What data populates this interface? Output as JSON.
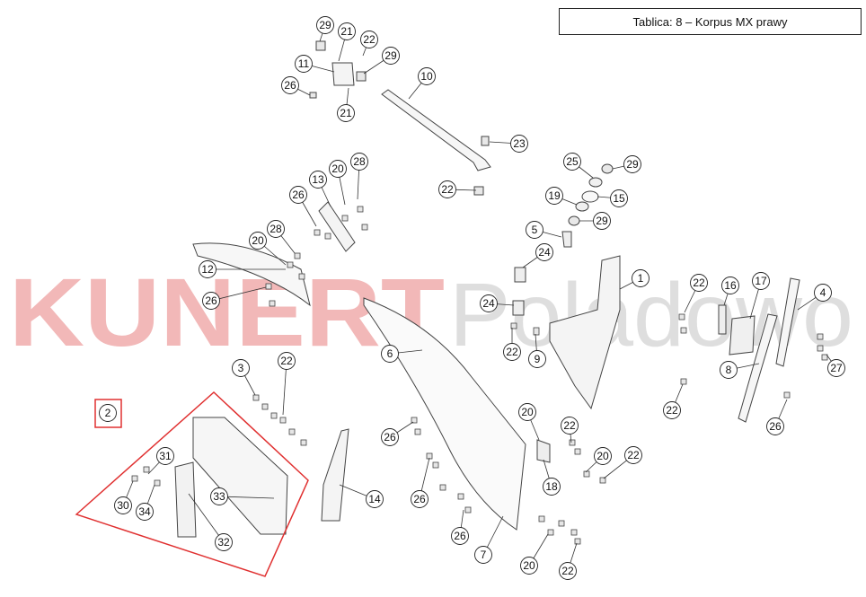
{
  "title": "Tablica: 8 – Korpus MX prawy",
  "watermark": {
    "part1": "KUNERT",
    "part2": "Poladowo",
    "color1": "#f2b8b8",
    "color2": "#dcdcdc"
  },
  "highlight_color": "#e03030",
  "labels": {
    "l29a": "29",
    "l21a": "21",
    "l22a": "22",
    "l11": "11",
    "l29b": "29",
    "l26a": "26",
    "l21b": "21",
    "l10": "10",
    "l23": "23",
    "l25": "25",
    "l29c": "29",
    "l22b": "22",
    "l19": "19",
    "l15": "15",
    "l29d": "29",
    "l5": "5",
    "l13": "13",
    "l20a": "20",
    "l28a": "28",
    "l26b": "26",
    "l28b": "28",
    "l20b": "20",
    "l12": "12",
    "l26c": "26",
    "l24a": "24",
    "l1": "1",
    "l24b": "24",
    "l22c": "22",
    "l9": "9",
    "l6": "6",
    "l22d": "22",
    "l16": "16",
    "l17": "17",
    "l4": "4",
    "l8": "8",
    "l27": "27",
    "l22e": "22",
    "l26d": "26",
    "l3": "3",
    "l22f": "22",
    "l2": "2",
    "l31": "31",
    "l30": "30",
    "l34": "34",
    "l33": "33",
    "l32": "32",
    "l14": "14",
    "l26e": "26",
    "l20c": "20",
    "l22g": "22",
    "l26f": "26",
    "l18": "18",
    "l20d": "20",
    "l22h": "22",
    "l26g": "26",
    "l7": "7",
    "l20e": "20",
    "l22i": "22"
  }
}
